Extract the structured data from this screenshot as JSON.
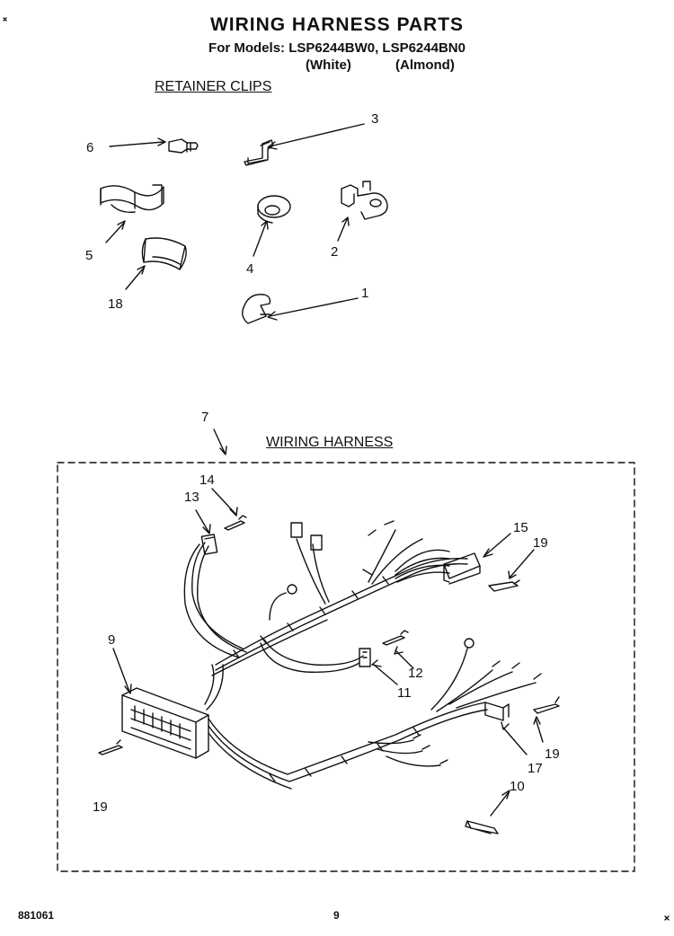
{
  "header": {
    "title": "WIRING HARNESS PARTS",
    "models_line": "For Models: LSP6244BW0, LSP6244BN0",
    "variant_white": "(White)",
    "variant_almond": "(Almond)"
  },
  "sections": {
    "retainer_clips": "RETAINER CLIPS",
    "wiring_harness": "WIRING HARNESS"
  },
  "callouts": {
    "c1": "1",
    "c2": "2",
    "c3": "3",
    "c4": "4",
    "c5": "5",
    "c6": "6",
    "c7": "7",
    "c9": "9",
    "c10": "10",
    "c11": "11",
    "c12": "12",
    "c13": "13",
    "c14": "14",
    "c15": "15",
    "c17": "17",
    "c18": "18",
    "c19a": "19",
    "c19b": "19",
    "c19c": "19"
  },
  "footer": {
    "doc_number": "881061",
    "page_number": "9"
  }
}
